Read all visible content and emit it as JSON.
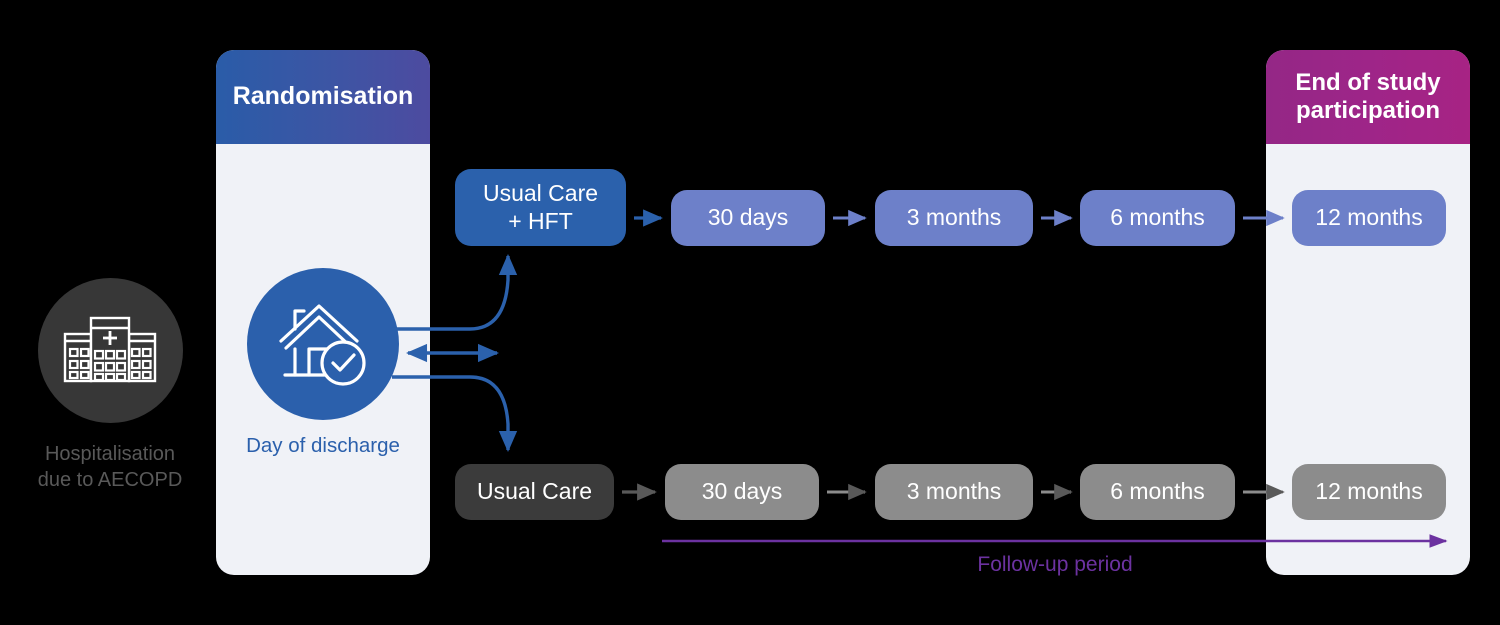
{
  "diagram": {
    "title_semantic": "AECOPD study design flow diagram",
    "colors": {
      "background": "#000000",
      "card_body": "#F0F2F7",
      "randomisation_header_start": "#2A5CA8",
      "randomisation_header_end": "#4D4BA0",
      "endofstudy_header_start": "#942786",
      "endofstudy_header_end": "#A72384",
      "hft_arm": "#2B61AC",
      "hft_followup": "#6D80C9",
      "usualcare_arm": "#3B3B3B",
      "usualcare_followup": "#8C8C8C",
      "hospital_circle": "#373737",
      "discharge_circle": "#2B60AC",
      "followup_line": "#6C32A0",
      "hospital_caption_text": "#595959",
      "discharge_caption_text": "#2B60AC"
    }
  },
  "entry": {
    "icon": "hospital-building-icon",
    "caption_line1": "Hospitalisation",
    "caption_line2": "due to AECOPD"
  },
  "randomisation": {
    "header": "Randomisation",
    "icon": "house-check-icon",
    "caption": "Day of discharge"
  },
  "end_of_study": {
    "header_line1": "End of study",
    "header_line2": "participation"
  },
  "arms": [
    {
      "id": "hft",
      "name": "intervention-arm",
      "label_line1": "Usual Care",
      "label_line2": "+ HFT",
      "timepoints": [
        {
          "label": "30 days"
        },
        {
          "label": "3 months"
        },
        {
          "label": "6 months"
        },
        {
          "label": "12 months"
        }
      ]
    },
    {
      "id": "usual-care",
      "name": "control-arm",
      "label_line1": "Usual Care",
      "label_line2": "",
      "timepoints": [
        {
          "label": "30 days"
        },
        {
          "label": "3 months"
        },
        {
          "label": "6 months"
        },
        {
          "label": "12 months"
        }
      ]
    }
  ],
  "followup": {
    "label": "Follow-up period"
  }
}
